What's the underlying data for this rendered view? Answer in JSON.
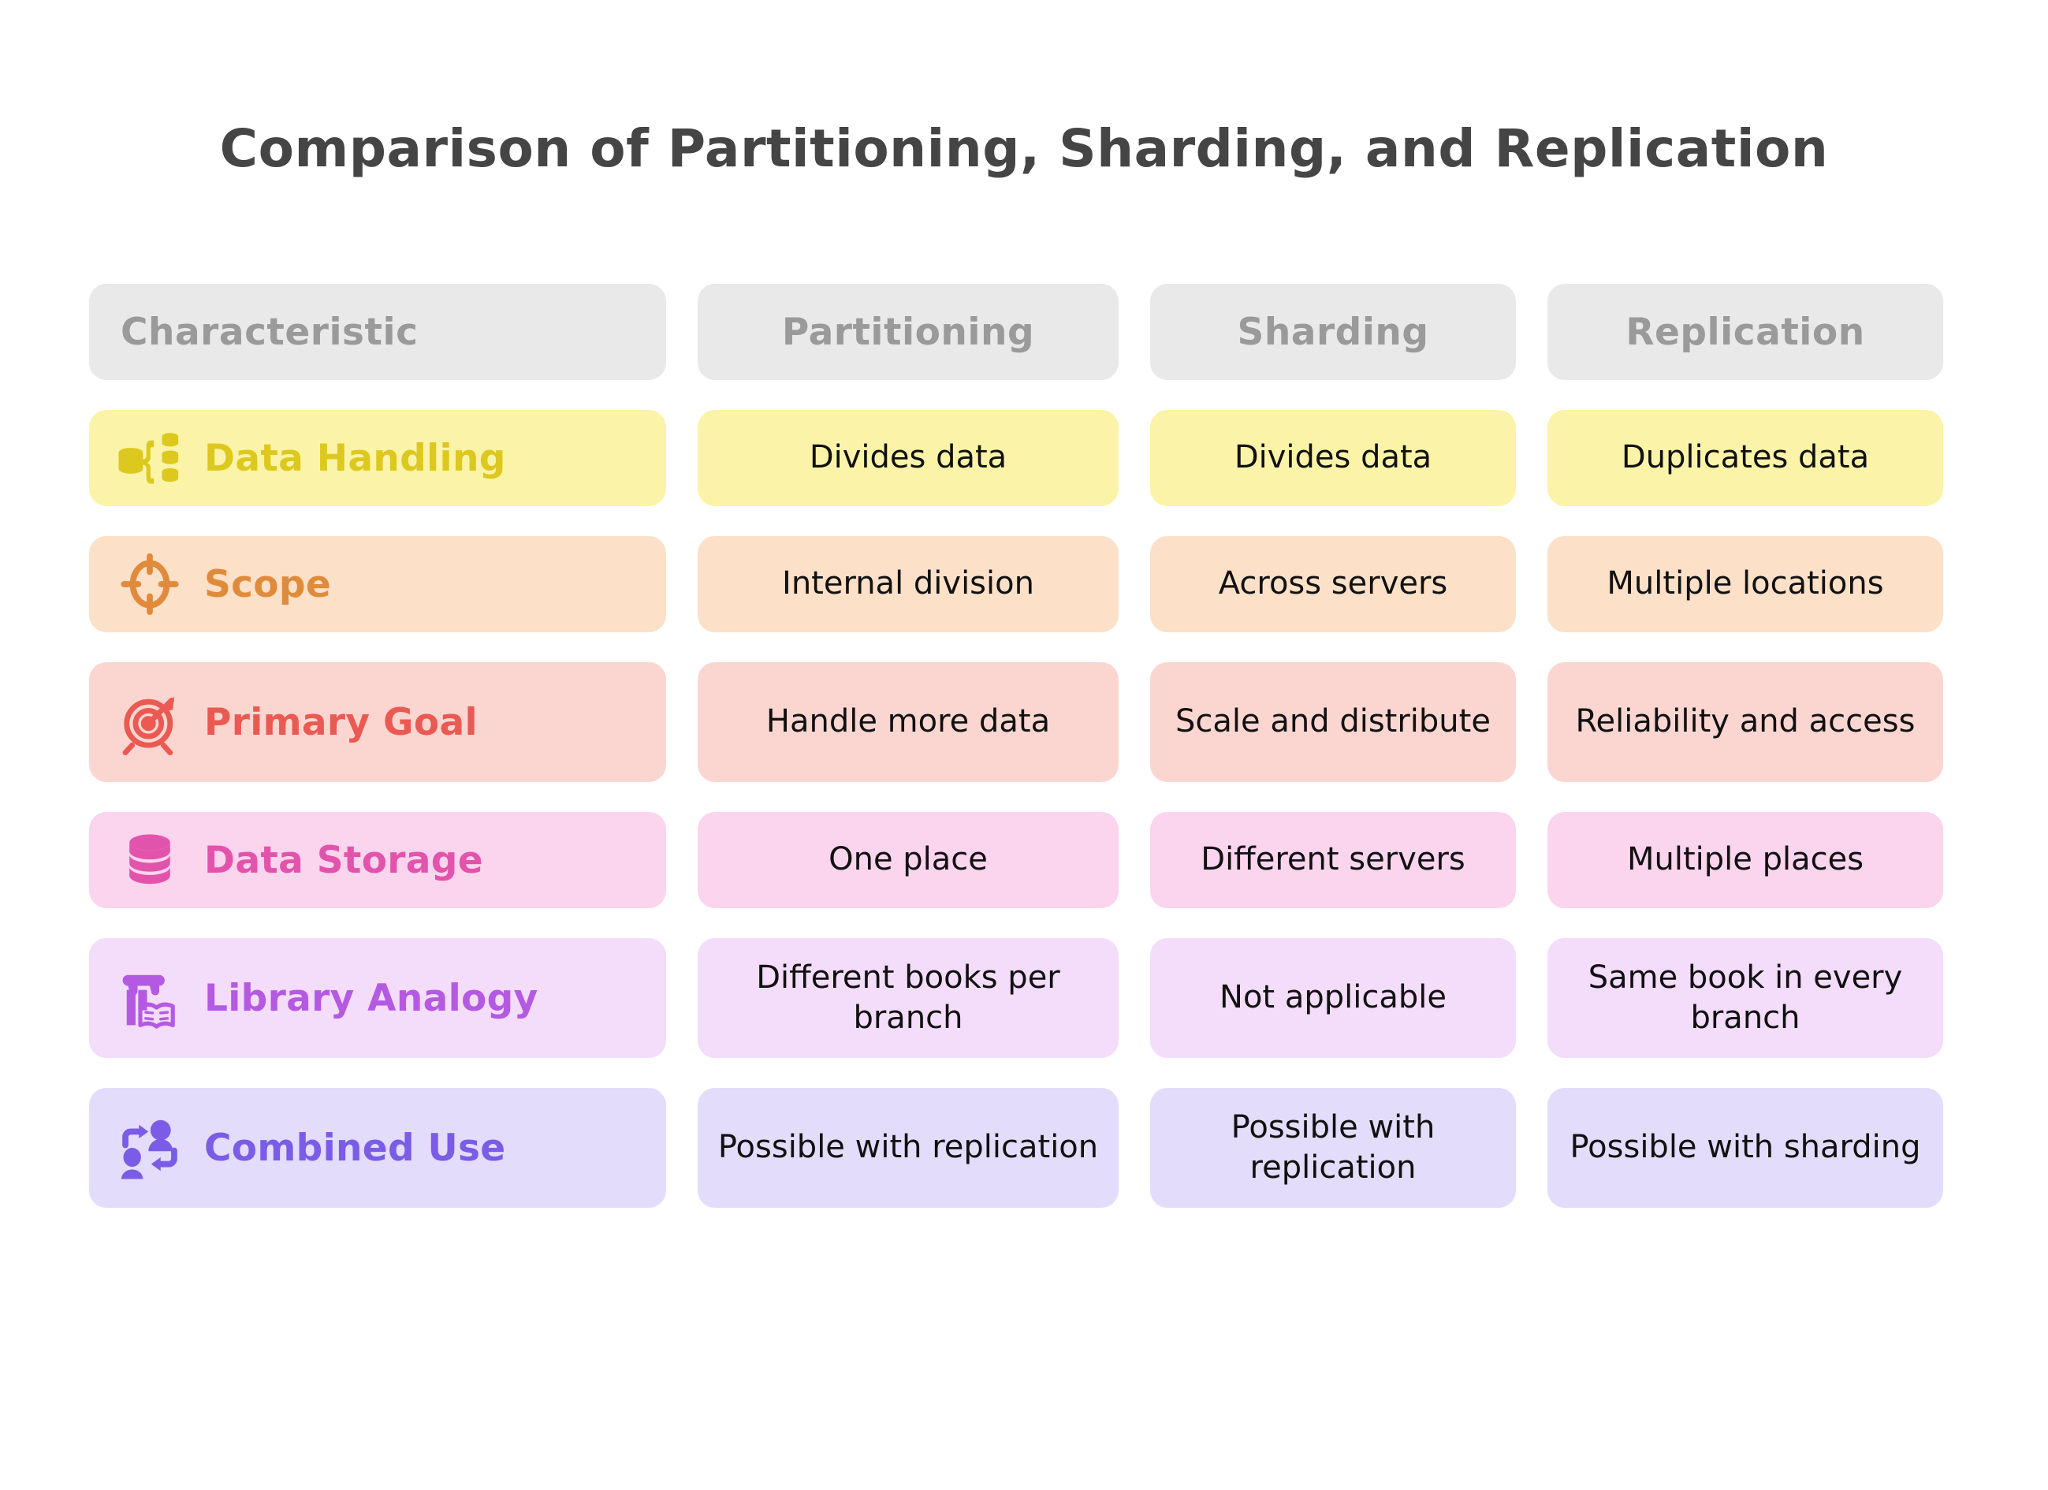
{
  "title": "Comparison of Partitioning, Sharding, and Replication",
  "colors": {
    "background": "#ffffff",
    "title_text": "#454545",
    "header_bg": "#e9e9e9",
    "header_text": "#9a9a9a",
    "value_text": "#111111",
    "row_yellow_bg": "#fbf4a8",
    "row_yellow_text": "#ddc81f",
    "row_peach_bg": "#fce0c7",
    "row_peach_text": "#e08b3c",
    "row_rose_bg": "#fbd6d1",
    "row_rose_text": "#ea5a52",
    "row_pink_bg": "#fbd4ee",
    "row_pink_text": "#e254ac",
    "row_lilac_bg": "#f4dcfb",
    "row_lilac_text": "#b45ae2",
    "row_violet_bg": "#e3dcfb",
    "row_violet_text": "#7a5ce6"
  },
  "table": {
    "headers": [
      {
        "label": "Characteristic"
      },
      {
        "label": "Partitioning"
      },
      {
        "label": "Sharding"
      },
      {
        "label": "Replication"
      }
    ],
    "rows": [
      {
        "characteristic": "Data Handling",
        "icon": "database-split-icon",
        "partitioning": "Divides data",
        "sharding": "Divides data",
        "replication": "Duplicates data"
      },
      {
        "characteristic": "Scope",
        "icon": "crosshair-target-icon",
        "partitioning": "Internal division",
        "sharding": "Across servers",
        "replication": "Multiple locations"
      },
      {
        "characteristic": "Primary Goal",
        "icon": "target-arrow-icon",
        "partitioning": "Handle more data",
        "sharding": "Scale and distribute",
        "replication": "Reliability and access"
      },
      {
        "characteristic": "Data Storage",
        "icon": "database-stack-icon",
        "partitioning": "One place",
        "sharding": "Different servers",
        "replication": "Multiple places"
      },
      {
        "characteristic": "Library Analogy",
        "icon": "library-column-book-icon",
        "partitioning": "Different books per branch",
        "sharding": "Not applicable",
        "replication": "Same book in every branch"
      },
      {
        "characteristic": "Combined Use",
        "icon": "people-exchange-icon",
        "partitioning": "Possible with replication",
        "sharding": "Possible with replication",
        "replication": "Possible with sharding"
      }
    ]
  }
}
